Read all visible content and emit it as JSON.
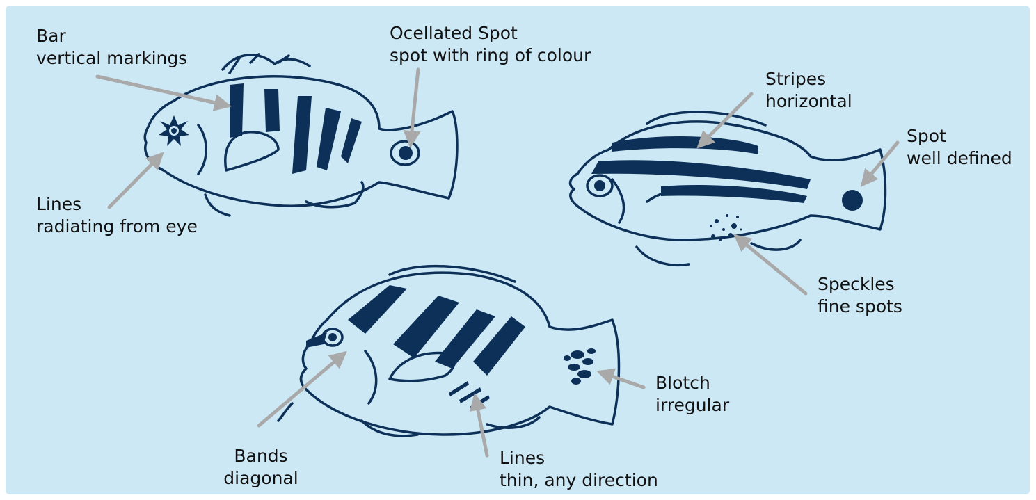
{
  "colors": {
    "background": "#cde8f5",
    "ink": "#0c3057",
    "arrow": "#a9a9a9",
    "text": "#111111"
  },
  "labels": {
    "bar": {
      "title": "Bar",
      "desc": "vertical markings"
    },
    "lines_eye": {
      "title": "Lines",
      "desc": "radiating from eye"
    },
    "ocellated": {
      "title": "Ocellated Spot",
      "desc": "spot with ring of colour"
    },
    "stripes": {
      "title": "Stripes",
      "desc": "horizontal"
    },
    "spot": {
      "title": "Spot",
      "desc": "well defined"
    },
    "speckles": {
      "title": "Speckles",
      "desc": "fine spots"
    },
    "blotch": {
      "title": "Blotch",
      "desc": "irregular"
    },
    "bands": {
      "title": "Bands",
      "desc": "diagonal"
    },
    "lines_thin": {
      "title": "Lines",
      "desc": "thin, any direction"
    }
  }
}
